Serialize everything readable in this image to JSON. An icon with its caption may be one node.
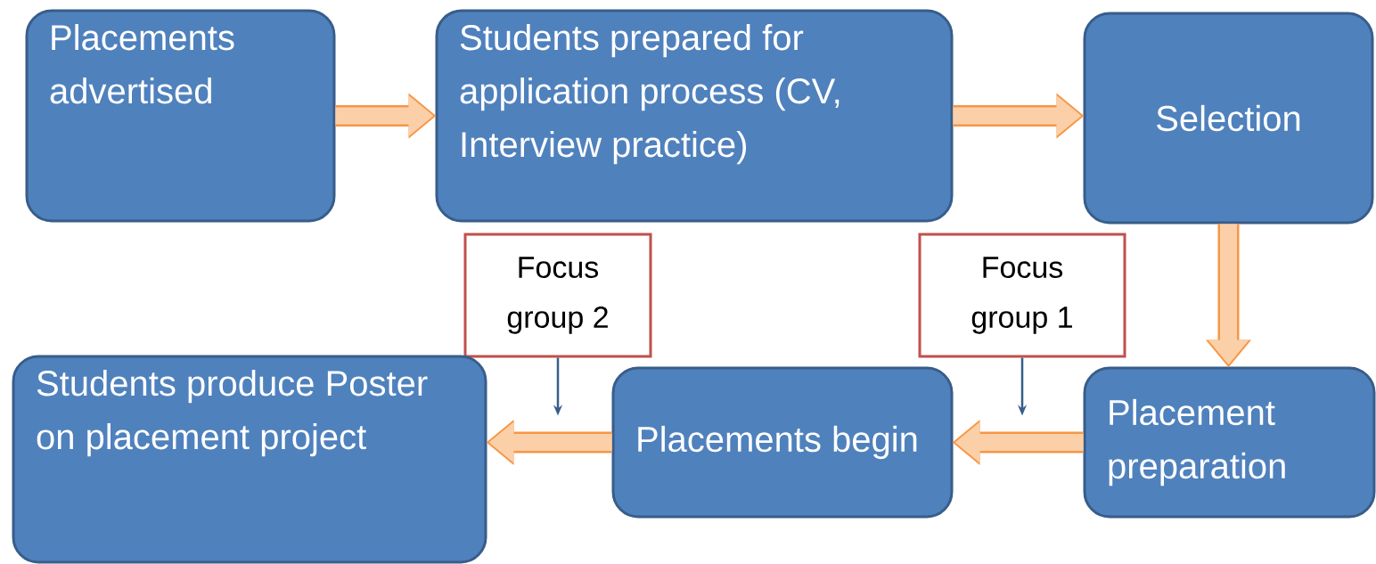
{
  "diagram": {
    "nodes": [
      {
        "text": [
          "Placements advertised"
        ]
      },
      {
        "text": [
          "Students prepared for application process (CV, Interview practice)"
        ]
      },
      {
        "text": [
          "Selection"
        ]
      },
      {
        "text": [
          "Focus group 2"
        ]
      },
      {
        "text": [
          "Focus group 1"
        ]
      },
      {
        "text": [
          "Students produce Poster on placement project"
        ]
      },
      {
        "text": [
          "Placements begin"
        ]
      },
      {
        "text": [
          "Placement preparation"
        ]
      }
    ],
    "edges": [
      {
        "from": 0,
        "to": 1,
        "arrow": "to"
      },
      {
        "from": 1,
        "to": 2,
        "arrow": "to"
      },
      {
        "from": 2,
        "to": 7,
        "arrow": "to"
      },
      {
        "from": 7,
        "to": 6,
        "arrow": "to"
      },
      {
        "from": 6,
        "to": 5,
        "arrow": "to"
      },
      {
        "from": 3,
        "to": null,
        "arrow": "to",
        "color": "#385d8a"
      },
      {
        "from": 4,
        "to": null,
        "arrow": "to",
        "color": "#385d8a"
      }
    ]
  }
}
